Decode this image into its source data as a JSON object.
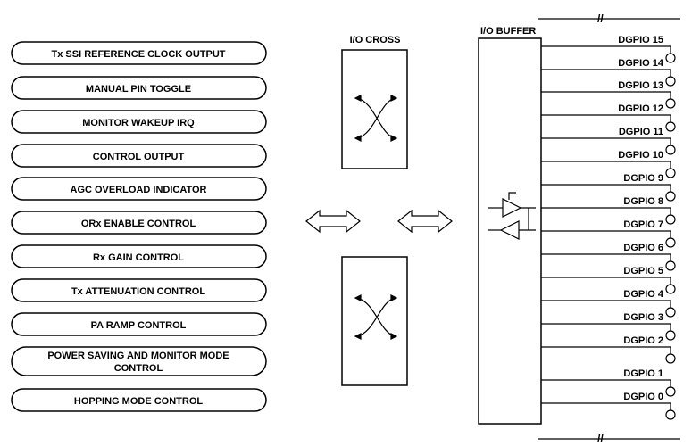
{
  "functions": [
    {
      "label": "Tx SSI REFERENCE CLOCK OUTPUT"
    },
    {
      "label": "MANUAL PIN TOGGLE"
    },
    {
      "label": "MONITOR WAKEUP IRQ"
    },
    {
      "label": "CONTROL OUTPUT"
    },
    {
      "label": "AGC OVERLOAD INDICATOR"
    },
    {
      "label": "ORx ENABLE CONTROL"
    },
    {
      "label": "Rx GAIN CONTROL"
    },
    {
      "label": "Tx ATTENUATION CONTROL"
    },
    {
      "label": "PA RAMP CONTROL"
    },
    {
      "label": "POWER SAVING AND MONITOR MODE",
      "label2": "CONTROL"
    },
    {
      "label": "HOPPING MODE CONTROL"
    }
  ],
  "io_cross": {
    "title": "I/O CROSS"
  },
  "io_buffer": {
    "title": "I/O BUFFER"
  },
  "pins": [
    "DGPIO 15",
    "DGPIO 14",
    "DGPIO 13",
    "DGPIO 12",
    "DGPIO 11",
    "DGPIO 10",
    "DGPIO 9",
    "DGPIO 8",
    "DGPIO 7",
    "DGPIO 6",
    "DGPIO 5",
    "DGPIO 4",
    "DGPIO 3",
    "DGPIO 2",
    "DGPIO 1",
    "DGPIO 0"
  ]
}
